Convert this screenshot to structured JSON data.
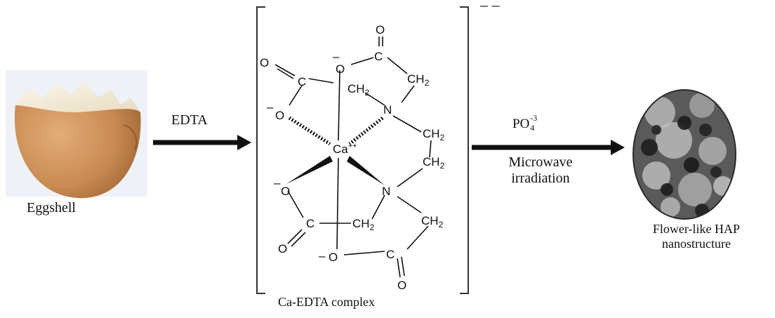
{
  "figure": {
    "eggshell_label": "Eggshell",
    "step1_reagent": "EDTA",
    "complex_label": "Ca-EDTA complex",
    "complex_charge": "– –",
    "step2_reagent_base": "PO",
    "step2_reagent_sub": "4",
    "step2_reagent_sup": "-3",
    "step2_condition_line1": "Microwave",
    "step2_condition_line2": "irradiation",
    "product_label_line1": "Flower-like HAP",
    "product_label_line2": "nanostructure"
  },
  "structure": {
    "metal": "Ca",
    "metal_charge": "++",
    "nitrogen": "N",
    "oxygen": "O",
    "carbon": "C",
    "ch2": "CH",
    "ch2_sub": "2",
    "anion": "–"
  },
  "colors": {
    "arrow": "#111111",
    "shell_outer": "#c98a52",
    "shell_inner": "#f4ecd8",
    "sem_dark": "#1e1e1e",
    "sem_light": "#b8b8b8"
  }
}
